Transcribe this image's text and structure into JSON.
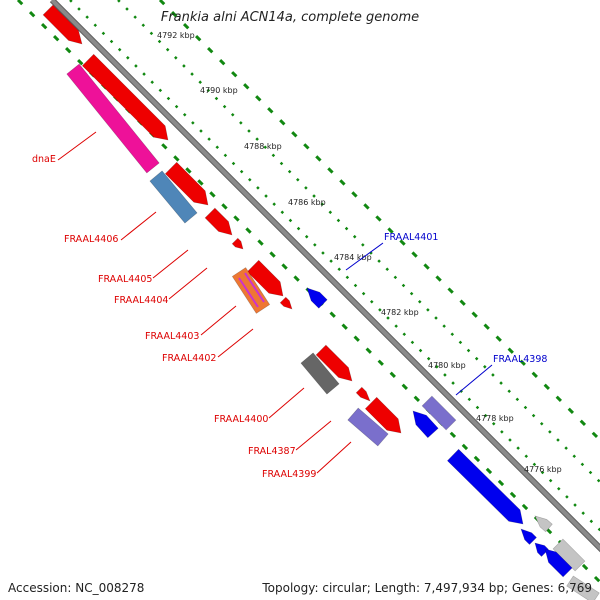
{
  "title": "Frankia alni ACN14a, complete genome",
  "footer": {
    "accession": "Accession: NC_008278",
    "stats": "Topology: circular; Length: 7,497,934 bp; Genes: 6,769"
  },
  "scale": {
    "unit": "kbp",
    "ticks": [
      "4792 kbp",
      "4790 kbp",
      "4788 kbp",
      "4786 kbp",
      "4784 kbp",
      "4782 kbp",
      "4780 kbp",
      "4778 kbp",
      "4776 kbp"
    ]
  },
  "gene_labels": [
    {
      "name": "dnaE",
      "color": "#dd0000"
    },
    {
      "name": "FRAAL4406",
      "color": "#dd0000"
    },
    {
      "name": "FRAAL4405",
      "color": "#dd0000"
    },
    {
      "name": "FRAAL4404",
      "color": "#dd0000"
    },
    {
      "name": "FRAAL4403",
      "color": "#dd0000"
    },
    {
      "name": "FRAAL4402",
      "color": "#dd0000"
    },
    {
      "name": "FRAAL4400",
      "color": "#dd0000"
    },
    {
      "name": "FRAL4387",
      "color": "#dd0000"
    },
    {
      "name": "FRAAL4399",
      "color": "#dd0000"
    },
    {
      "name": "FRAAL4401",
      "color": "#0000cc"
    },
    {
      "name": "FRAAL4398",
      "color": "#0000cc"
    }
  ],
  "colors": {
    "forward_strand": "#ee0000",
    "reverse_strand": "#0000ee",
    "backbone": "#8a8a8a",
    "tick_dots": "#118811",
    "magenta": "#ee1199",
    "steelblue": "#4f86b8",
    "darkgray": "#666666",
    "lavender": "#7a6fcc",
    "lightgray": "#c4c4c4"
  }
}
